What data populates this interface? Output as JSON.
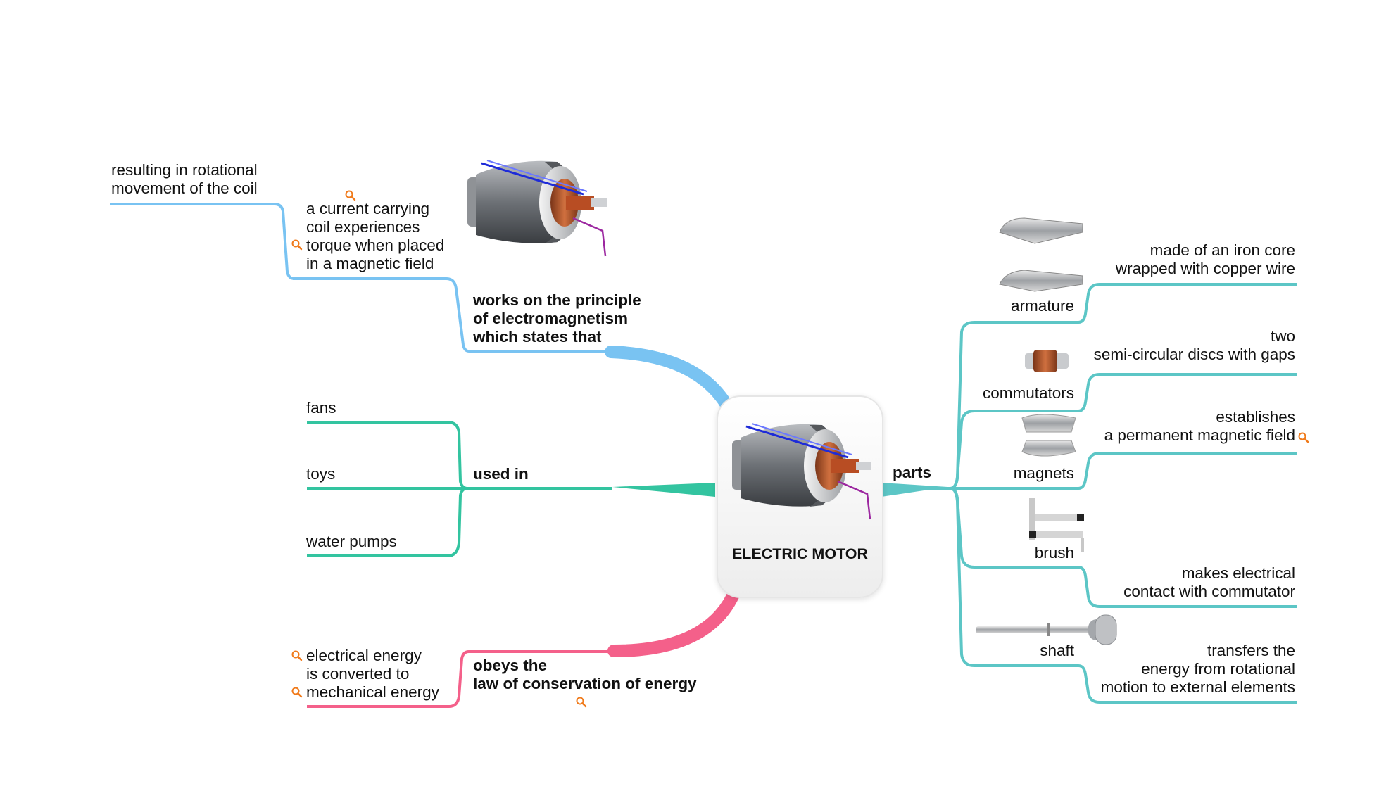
{
  "root": {
    "label": "ELECTRIC MOTOR",
    "image": "electric-motor-illustration"
  },
  "branches": {
    "principle": {
      "label": "works on the principle\nof electromagnetism\nwhich states that",
      "color": "#79c3f2",
      "children": [
        {
          "label": "a current carrying\ncoil experiences\ntorque when placed\nin a magnetic field"
        },
        {
          "label": "resulting in rotational\nmovement of the coil"
        }
      ]
    },
    "used_in": {
      "label": "used in",
      "color": "#33c4a0",
      "children": [
        {
          "label": "fans"
        },
        {
          "label": "toys"
        },
        {
          "label": "water pumps"
        }
      ]
    },
    "conservation": {
      "label": "obeys the\nlaw of conservation of energy",
      "color": "#f4608a",
      "children": [
        {
          "label": "electrical energy\nis converted to\nmechanical energy"
        }
      ]
    },
    "parts": {
      "label": "parts",
      "color": "#5cc6c6",
      "children": [
        {
          "label": "armature",
          "image": "armature-icon",
          "detail": "made of an iron core\nwrapped with copper wire"
        },
        {
          "label": "commutators",
          "image": "commutator-icon",
          "detail": "two\nsemi-circular discs with gaps"
        },
        {
          "label": "magnets",
          "image": "magnet-icon",
          "detail": "establishes\na permanent magnetic field"
        },
        {
          "label": "brush",
          "image": "brush-icon",
          "detail": "makes electrical\ncontact with commutator"
        },
        {
          "label": "shaft",
          "image": "shaft-icon",
          "detail": "transfers the\nenergy from rotational\nmotion to external elements"
        }
      ]
    }
  },
  "icons": {
    "search": "magnifier-icon",
    "search_color": "#f07a1a"
  }
}
